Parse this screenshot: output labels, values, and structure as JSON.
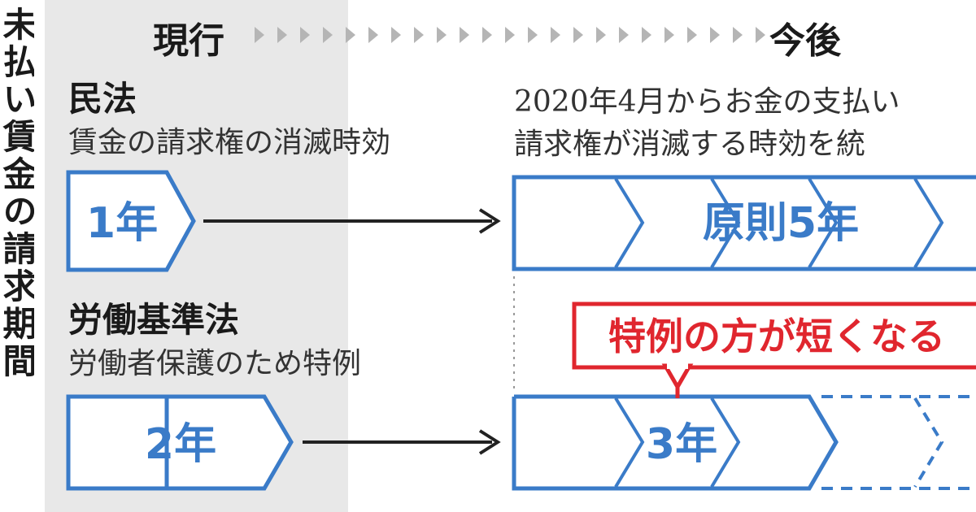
{
  "title": "未払い賃金の請求期間",
  "header": {
    "current": "現行",
    "future": "今後"
  },
  "civil_law": {
    "name": "民法",
    "description": "賃金の請求権の消滅時効",
    "current_period": "1年",
    "future_note_line1": "2020年4月からお金の支払い",
    "future_note_line2": "請求権が消滅する時効を統",
    "future_period": "原則5年"
  },
  "labor_law": {
    "name": "労働基準法",
    "description": "労働者保護のため特例",
    "current_period": "2年",
    "future_period": "3年",
    "callout": "特例の方が短くなる"
  },
  "colors": {
    "box_stroke": "#3a7bc8",
    "callout": "#e0262e",
    "panel": "#e8e8e8",
    "text": "#1a1a1a"
  }
}
